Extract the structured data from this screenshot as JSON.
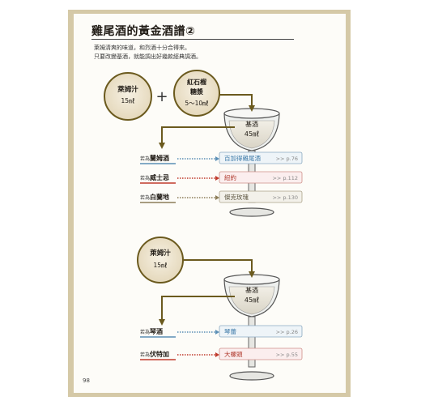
{
  "title": "雞尾酒的黃金酒譜②",
  "intro": [
    "萊姆清爽的味道，和烈酒十分合得來。",
    "只要改變基酒，就能調出好幾款經典調酒。"
  ],
  "page_number": "98",
  "recipe1": {
    "ingredient1": {
      "name": "萊姆汁",
      "amount": "15㎖"
    },
    "plus": "+",
    "ingredient2": {
      "name_line1": "紅石榴",
      "name_line2": "糖漿",
      "amount": "5～10㎖"
    },
    "glass": {
      "label": "基酒",
      "amount": "45㎖"
    },
    "rows": [
      {
        "prefix": "若為",
        "base": "蘭姆酒",
        "cocktail": "百加得雞尾酒",
        "page": ">> p.76",
        "color": "#5b8fb6"
      },
      {
        "prefix": "若為",
        "base": "威士忌",
        "cocktail": "紐約",
        "page": ">> p.112",
        "color": "#c0392b"
      },
      {
        "prefix": "若為",
        "base": "白蘭地",
        "cocktail": "傑克玫瑰",
        "page": ">> p.130",
        "color": "#8c7d58"
      }
    ]
  },
  "recipe2": {
    "ingredient1": {
      "name": "萊姆汁",
      "amount": "15㎖"
    },
    "glass": {
      "label": "基酒",
      "amount": "45㎖"
    },
    "rows": [
      {
        "prefix": "若為",
        "base": "琴酒",
        "cocktail": "琴蕾",
        "page": ">> p.26",
        "color": "#5b8fb6"
      },
      {
        "prefix": "若為",
        "base": "伏特加",
        "cocktail": "大螺頭",
        "page": ">> p.55",
        "color": "#c0392b"
      }
    ]
  }
}
